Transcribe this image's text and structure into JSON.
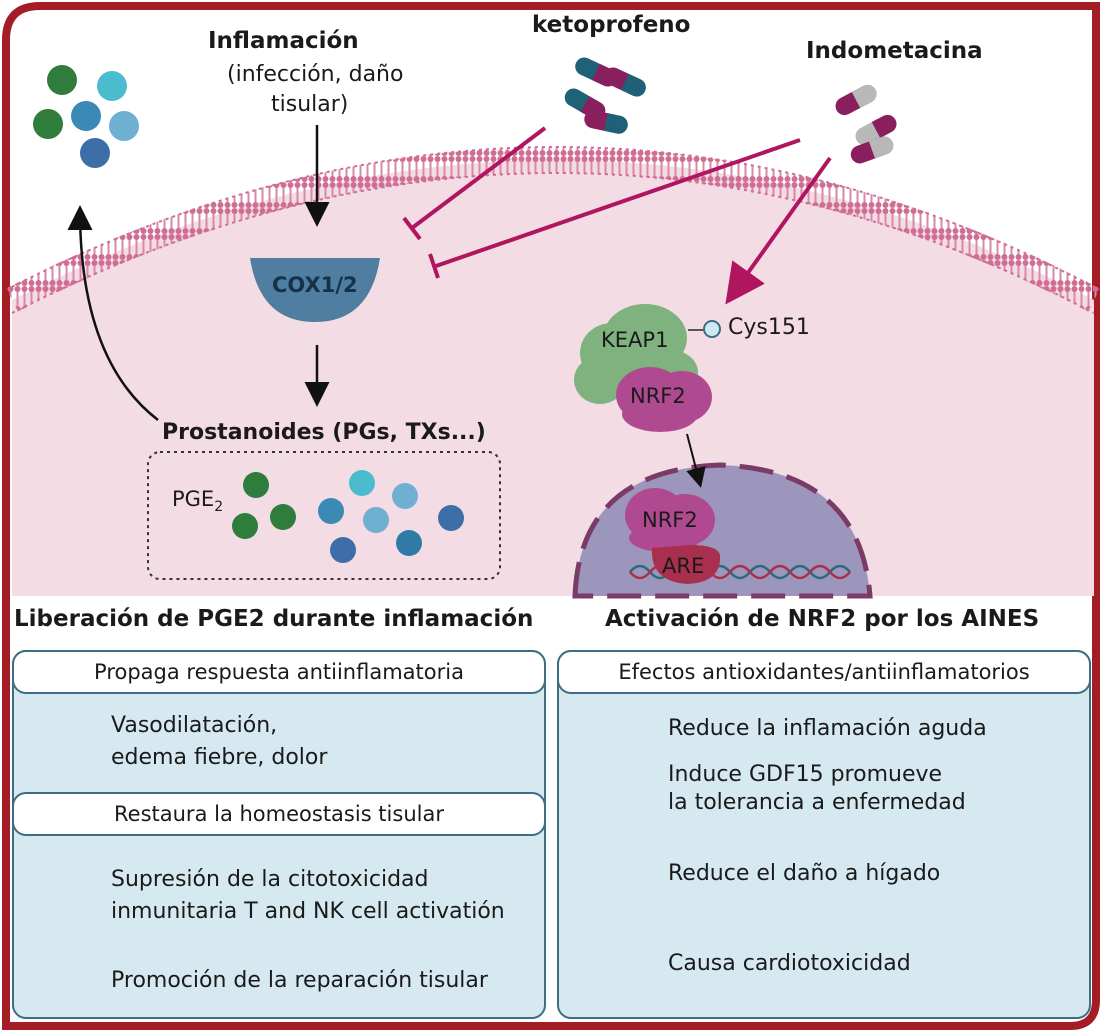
{
  "top": {
    "inflammation_title": "Inflamación",
    "inflammation_sub1": "(infección, daño",
    "inflammation_sub2": "tisular)",
    "drug1": "ketoprofeno",
    "drug2": "Indometacina",
    "cox": "COX1/2",
    "keap1": "KEAP1",
    "cys": "Cys151",
    "nrf2": "NRF2",
    "nrf2_nucleus": "NRF2",
    "are": "ARE",
    "prostanoids": "Prostanoides (PGs, TXs...)",
    "pge_main": "PGE",
    "pge_sub": "2"
  },
  "left": {
    "title": "Liberación de PGE2 durante inflamación",
    "head1": "Propaga respuesta antiinflamatoria",
    "item1_line1": "Vasodilatación,",
    "item1_line2": "edema fiebre, dolor",
    "head2": "Restaura la homeostasis tisular",
    "item2_line1": "Supresión de la citotoxicidad",
    "item2_line2": "inmunitaria T and NK cell activatión",
    "item3": "Promoción de la reparación tisular"
  },
  "right": {
    "title": "Activación de NRF2 por los AINES",
    "head": "Efectos antioxidantes/antiinflamatorios",
    "item1": "Reduce la inflamación aguda",
    "item2_line1": "Induce GDF15 promueve",
    "item2_line2": "la tolerancia a enfermedad",
    "item3": "Reduce el daño a hígado",
    "item4": "Causa cardiotoxicidad"
  },
  "colors": {
    "frame": "#a51d24",
    "cell": "#f4dce5",
    "membrane": "#d98aa8",
    "cox": "#4f7ea0",
    "keap1": "#7fb27f",
    "nrf2": "#b04a90",
    "are": "#a8304e",
    "nucleus": "#9c96bd",
    "drug_arrow": "#b0155f",
    "panel": "#d6e9f1",
    "panel_border": "#3e6d86"
  }
}
